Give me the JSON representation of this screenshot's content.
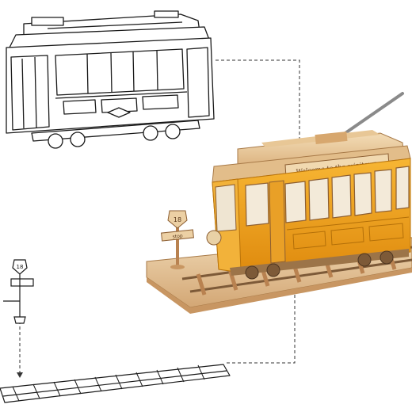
{
  "tram": {
    "banner_text": "Welcome to the minitown",
    "route_number": "18",
    "colors": {
      "wood_light": "#f0d6ac",
      "wood_mid": "#dcb27a",
      "wood_dark": "#b98250",
      "body_orange": "#f3a51b",
      "body_orange_dark": "#d88a10",
      "outline": "#1a1a1a",
      "dash": "#333333"
    }
  },
  "sign": {
    "route_number": "18",
    "plate_text": "stop"
  }
}
